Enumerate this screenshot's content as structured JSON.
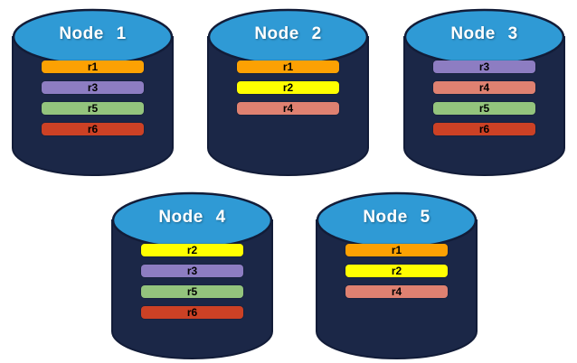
{
  "colors": {
    "cylinder_body": "#1B2747",
    "cylinder_outline": "#121C38",
    "cylinder_top": "#2F9AD5",
    "title_text": "#FFFFFF",
    "bar_text": "#000000"
  },
  "replica_colors": {
    "r1": "#FCA103",
    "r2": "#FFFF00",
    "r3": "#8D7DC2",
    "r4": "#DF8171",
    "r5": "#93C47D",
    "r6": "#CC4125"
  },
  "nodes": [
    {
      "label": "Node 1",
      "replicas": [
        "r1",
        "r3",
        "r5",
        "r6"
      ]
    },
    {
      "label": "Node 2",
      "replicas": [
        "r1",
        "r2",
        "r4"
      ]
    },
    {
      "label": "Node 3",
      "replicas": [
        "r3",
        "r4",
        "r5",
        "r6"
      ]
    },
    {
      "label": "Node 4",
      "replicas": [
        "r2",
        "r3",
        "r5",
        "r6"
      ]
    },
    {
      "label": "Node 5",
      "replicas": [
        "r1",
        "r2",
        "r4"
      ]
    }
  ]
}
